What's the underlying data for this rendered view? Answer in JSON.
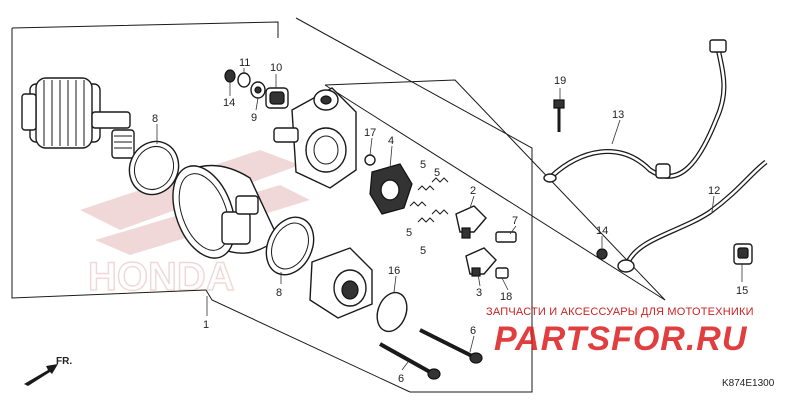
{
  "labels": {
    "p1": "1",
    "p2": "2",
    "p3": "3",
    "p4": "4",
    "p5a": "5",
    "p5b": "5",
    "p5c": "5",
    "p5d": "5",
    "p6a": "6",
    "p6b": "6",
    "p7": "7",
    "p8a": "8",
    "p8b": "8",
    "p9": "9",
    "p10": "10",
    "p11": "11",
    "p12": "12",
    "p13": "13",
    "p14a": "14",
    "p14b": "14",
    "p15": "15",
    "p16": "16",
    "p17": "17",
    "p18": "18",
    "p19": "19"
  },
  "watermark": {
    "subtitle": "ЗАПЧАСТИ И АКСЕССУАРЫ ДЛЯ МОТОТЕХНИКИ",
    "brand": "PARTSFOR.RU"
  },
  "diagram_code": "K874E1300",
  "direction_label": "FR.",
  "colors": {
    "brand_red": "#dc1e1e",
    "line": "#1a1a1a"
  }
}
